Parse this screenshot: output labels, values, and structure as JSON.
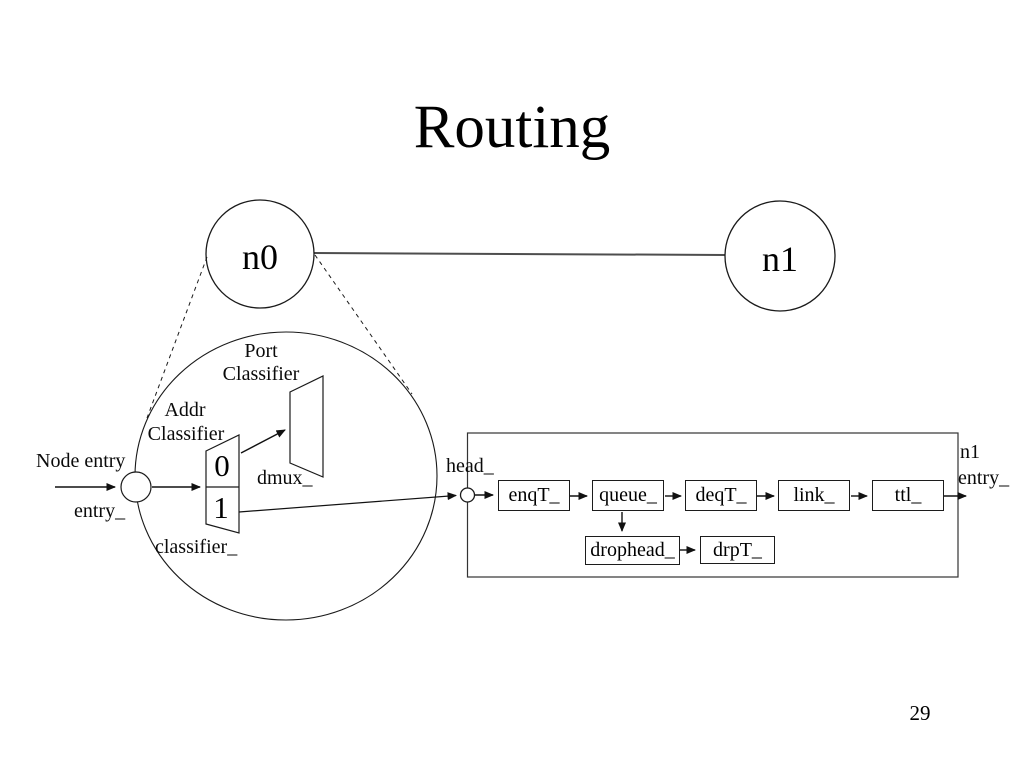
{
  "slide": {
    "title": "Routing",
    "page_number": "29"
  },
  "topology": {
    "node0_label": "n0",
    "node1_label": "n1"
  },
  "node_internals": {
    "port_classifier_line1": "Port",
    "port_classifier_line2": "Classifier",
    "addr_classifier_line1": "Addr",
    "addr_classifier_line2": "Classifier",
    "node_entry_label": "Node entry",
    "entry_var": "entry_",
    "classifier_var": "classifier_",
    "dmux_var": "dmux_",
    "slot0": "0",
    "slot1": "1"
  },
  "link_pipeline": {
    "head_var": "head_",
    "boxes": [
      {
        "label": "enqT_"
      },
      {
        "label": "queue_"
      },
      {
        "label": "deqT_"
      },
      {
        "label": "link_"
      },
      {
        "label": "ttl_"
      }
    ],
    "drop_boxes": [
      {
        "label": "drophead_"
      },
      {
        "label": "drpT_"
      }
    ],
    "dest_node_label": "n1",
    "dest_entry_var": "entry_"
  },
  "colors": {
    "background": "#ffffff",
    "line": "#1a1a1a",
    "topology_link_line": "#4d4d4d",
    "text": "#000000"
  }
}
